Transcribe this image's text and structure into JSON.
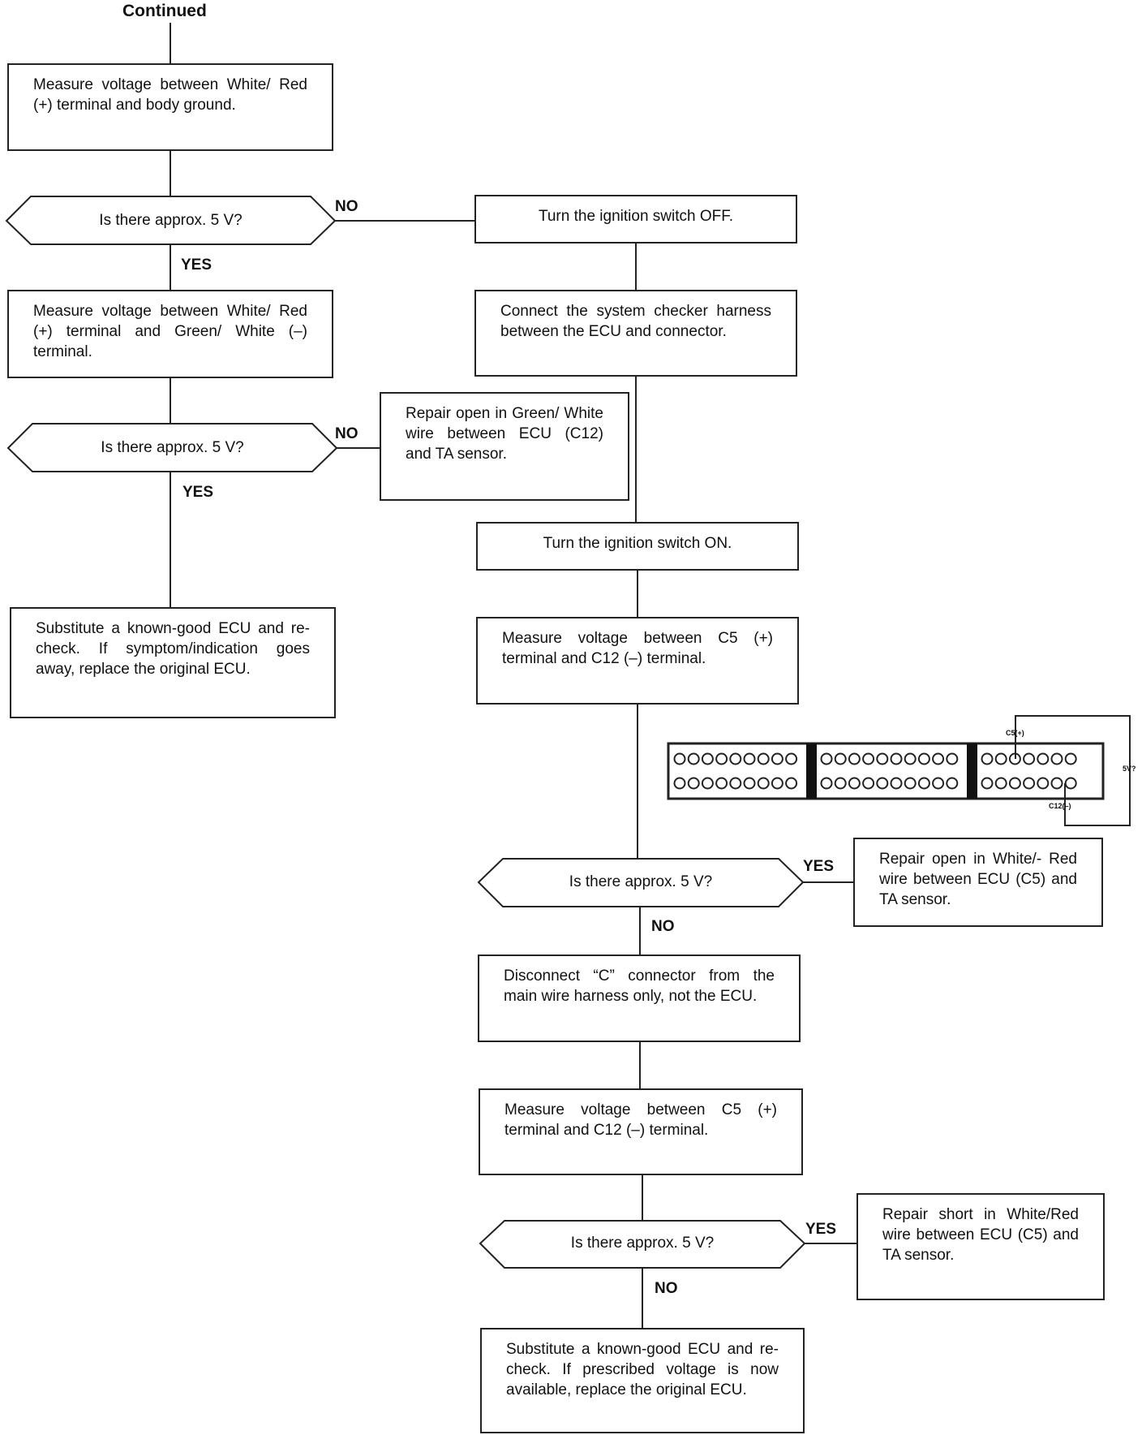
{
  "header": {
    "title": "Continued"
  },
  "steps": {
    "measure_wr_ground": "Measure voltage between White/ Red (+) terminal and body ground.",
    "q1": "Is there approx. 5 V?",
    "ign_off": "Turn the ignition switch OFF.",
    "measure_wr_gw": "Measure voltage between White/ Red (+) terminal and Green/ White (–) terminal.",
    "connect_checker": "Connect the system checker harness between the ECU and connector.",
    "q2": "Is there approx. 5 V?",
    "repair_gw": "Repair open in Green/ White wire between ECU (C12) and TA sensor.",
    "ign_on": "Turn the ignition switch ON.",
    "substitute_1": "Substitute a known-good ECU and re-check. If symptom/indication goes away, replace the original ECU.",
    "measure_c5_c12_a": "Measure voltage between C5 (+) terminal and C12 (–) terminal.",
    "q3": "Is there approx. 5 V?",
    "repair_wr_open": "Repair open in White/- Red wire between ECU (C5) and TA sensor.",
    "disconnect_c": "Disconnect “C” connector from the main wire harness only, not the ECU.",
    "measure_c5_c12_b": "Measure voltage between C5 (+) terminal and C12 (–) terminal.",
    "q4": "Is there approx. 5 V?",
    "repair_wr_short": "Repair short in White/Red wire between ECU (C5) and TA sensor.",
    "substitute_2": "Substitute a known-good ECU and re-check. If prescribed voltage is now available, replace the original ECU."
  },
  "labels": {
    "yes": "YES",
    "no": "NO"
  },
  "connector": {
    "pin_c5": "C5(+)",
    "pin_c12": "C12(–)",
    "meter": "5V?",
    "section_1_pins": 9,
    "section_2_pins": 10,
    "section_3_pins": 7
  }
}
